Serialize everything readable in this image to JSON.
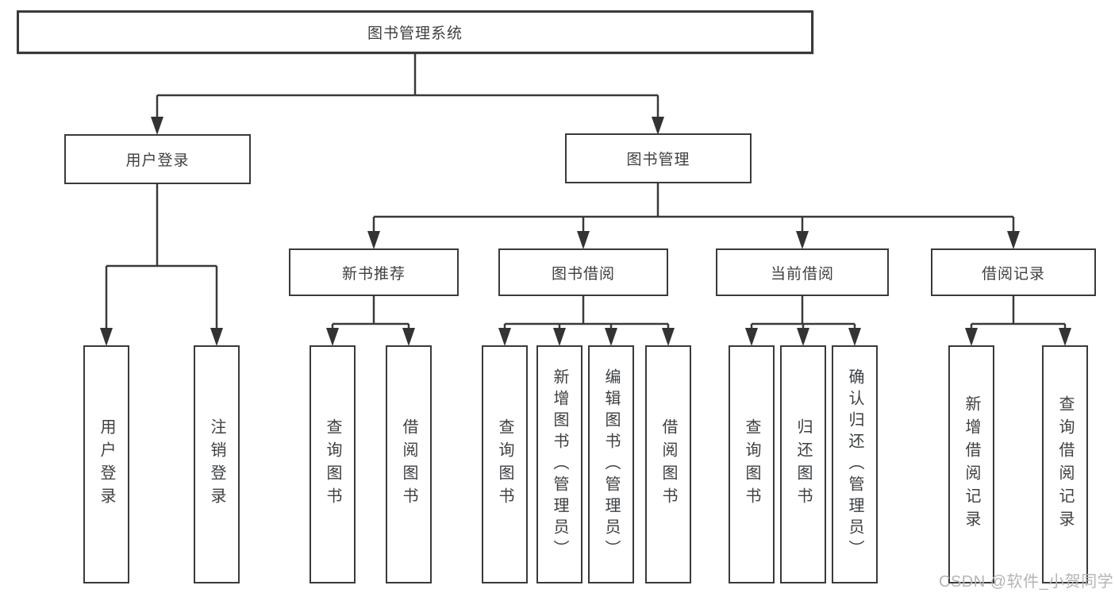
{
  "diagram": {
    "title": "图书管理系统",
    "root": {
      "label": "图书管理系统"
    },
    "level2": [
      {
        "label": "用户登录"
      },
      {
        "label": "图书管理"
      }
    ],
    "level3": [
      {
        "label": "新书推荐"
      },
      {
        "label": "图书借阅"
      },
      {
        "label": "当前借阅"
      },
      {
        "label": "借阅记录"
      }
    ],
    "leaves": {
      "user_login": [
        "用户登录",
        "注销登录"
      ],
      "new_books": [
        "查询图书",
        "借阅图书"
      ],
      "book_borrow": [
        "查询图书",
        "新增图书（管理员）",
        "编辑图书（管理员）",
        "借阅图书"
      ],
      "current_borrow": [
        "查询图书",
        "归还图书",
        "确认归还（管理员）"
      ],
      "borrow_records": [
        "新增借阅记录",
        "查询借阅记录"
      ]
    }
  },
  "watermark": {
    "text": "CSDN @软件_小贺同学"
  },
  "colors": {
    "line": "#3a3a3a",
    "box_border": "#3a3a3a",
    "text": "#3d3f42",
    "watermark": "#b5b5b5",
    "background": "#ffffff"
  }
}
